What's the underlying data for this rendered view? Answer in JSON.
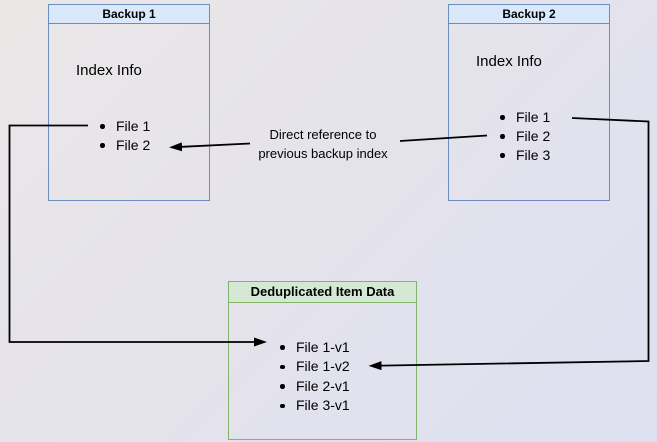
{
  "backup1": {
    "title": "Backup 1",
    "label": "Index Info",
    "files": [
      "File 1",
      "File 2"
    ]
  },
  "backup2": {
    "title": "Backup 2",
    "label": "Index Info",
    "files": [
      "File 1",
      "File 2",
      "File 3"
    ]
  },
  "dedup": {
    "title": "Deduplicated Item Data",
    "files": [
      "File 1-v1",
      "File 1-v2",
      "File 2-v1",
      "File 3-v1"
    ]
  },
  "annotation": {
    "line1": "Direct reference to",
    "line2": "previous backup index"
  },
  "connections": [
    {
      "from": "Backup 1 / File 1",
      "to": "Deduplicated Item Data / File 1-v1"
    },
    {
      "from": "Backup 2 / File 2",
      "to": "Backup 1 / File 2",
      "label": "Direct reference to previous backup index"
    },
    {
      "from": "Backup 2 / File 1",
      "to": "Deduplicated Item Data / File 1-v2"
    }
  ],
  "colors": {
    "blue_box_border": "#6c8ebf",
    "blue_box_header_fill": "#dae8fc",
    "green_box_border": "#82b366",
    "green_box_header_fill": "#d5e8d4",
    "connector": "#000000",
    "background_top_left": "#eae7e6",
    "background_bottom_right": "#dee0f1"
  }
}
